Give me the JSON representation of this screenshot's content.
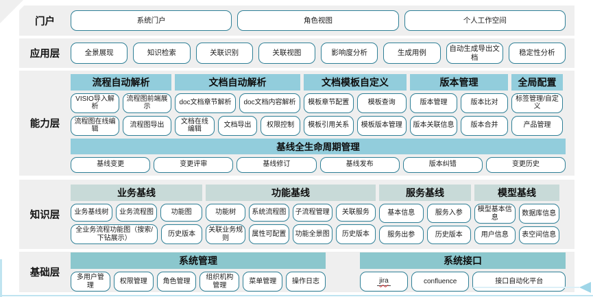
{
  "colors": {
    "band_bg": "#EFEFEF",
    "header_blue": "#92CDDC",
    "header_pale": "#C8DAD8",
    "header_teal": "#8BC7CD",
    "button_border": "#2E7F96",
    "accent_light": "#BFE4F0",
    "accent_arrow": "#9FD6E8",
    "spellcheck_red": "#E0373C"
  },
  "layers": {
    "portal": {
      "label": "门户",
      "buttons": [
        "系统门户",
        "角色视图",
        "个人工作空间"
      ]
    },
    "app": {
      "label": "应用层",
      "buttons": [
        "全景展现",
        "知识检索",
        "关联识别",
        "关联视图",
        "影响度分析",
        "生成用例",
        "自动生成导出文档",
        "稳定性分析"
      ]
    },
    "capability": {
      "label": "能力层",
      "groups": [
        {
          "header": "流程自动解析",
          "rows": [
            [
              "VISIO导入解析",
              "流程图前端展示"
            ],
            [
              "流程图在线编辑",
              "流程图导出"
            ]
          ]
        },
        {
          "header": "文档自动解析",
          "rows": [
            [
              "doc文档章节解析",
              "doc文档内容解析"
            ],
            [
              "文档在线编辑",
              "文档导出",
              "权限控制"
            ]
          ]
        },
        {
          "header": "文档模板自定义",
          "rows": [
            [
              "模板章节配置",
              "模板查询"
            ],
            [
              "模板引用关系",
              "模板版本管理"
            ]
          ]
        },
        {
          "header": "版本管理",
          "rows": [
            [
              "版本管理",
              "版本比对"
            ],
            [
              "版本关联信息",
              "版本合并"
            ]
          ]
        },
        {
          "header": "全局配置",
          "rows": [
            [
              "标签管理/自定义"
            ],
            [
              "产品管理"
            ]
          ]
        }
      ],
      "baseline": {
        "header": "基线全生命周期管理",
        "buttons": [
          "基线变更",
          "变更评审",
          "基线修订",
          "基线发布",
          "版本纠错",
          "变更历史"
        ]
      }
    },
    "knowledge": {
      "label": "知识层",
      "groups": [
        {
          "header": "业务基线",
          "rows": [
            [
              "业务基线树",
              "业务流程图",
              "功能图"
            ],
            [
              "全业务流程功能图（搜索/下钻展示）",
              "历史版本"
            ]
          ]
        },
        {
          "header": "功能基线",
          "rows": [
            [
              "功能树",
              "系统流程图",
              "子流程管理",
              "关联服务"
            ],
            [
              "关联业务规则",
              "属性可配置",
              "功能全景图",
              "历史版本"
            ]
          ]
        },
        {
          "header": "服务基线",
          "rows": [
            [
              "基本信息",
              "服务入参"
            ],
            [
              "服务出参",
              "历史版本"
            ]
          ]
        },
        {
          "header": "模型基线",
          "rows": [
            [
              "模型基本信息",
              "数据库信息"
            ],
            [
              "用户信息",
              "表空间信息"
            ]
          ]
        }
      ]
    },
    "base": {
      "label": "基础层",
      "groups": [
        {
          "header": "系统管理",
          "rows": [
            [
              "多用户管理",
              "权限管理",
              "角色管理",
              "组织机构管理",
              "菜单管理",
              "操作日志"
            ]
          ]
        },
        {
          "header": "系统接口",
          "rows": [
            [
              "jira",
              "confluence",
              "接口自动化平台"
            ]
          ]
        }
      ]
    }
  }
}
